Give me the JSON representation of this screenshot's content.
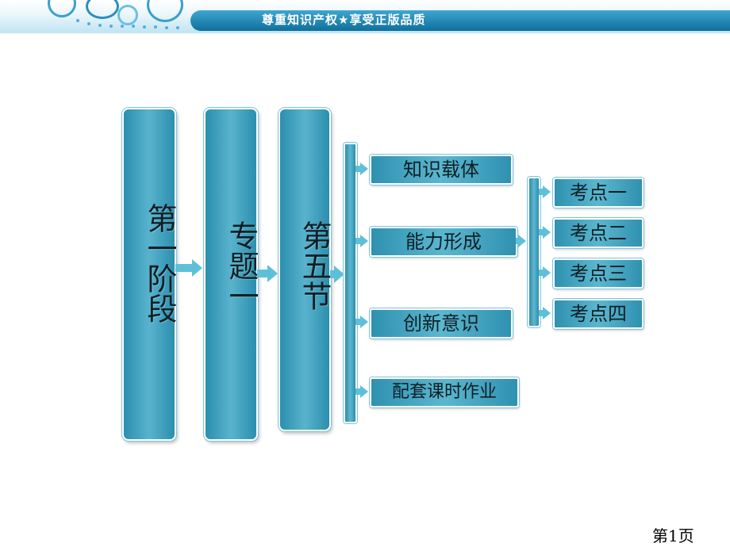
{
  "banner": {
    "slogan": "尊重知识产权★享受正版品质"
  },
  "columns": [
    {
      "label": "第一阶段"
    },
    {
      "label": "专题一"
    },
    {
      "label": "第五节"
    }
  ],
  "sections": [
    {
      "label": "知识载体"
    },
    {
      "label": "能力形成"
    },
    {
      "label": "创新意识"
    },
    {
      "label": "配套课时作业"
    }
  ],
  "subitems": [
    {
      "label": "考点一"
    },
    {
      "label": "考点二"
    },
    {
      "label": "考点三"
    },
    {
      "label": "考点四"
    }
  ],
  "footer": {
    "page": "第1页"
  },
  "colors": {
    "accent": "#2b8fae",
    "arrow": "#5ec0d8",
    "banner_strip": "#0f6f9c"
  }
}
